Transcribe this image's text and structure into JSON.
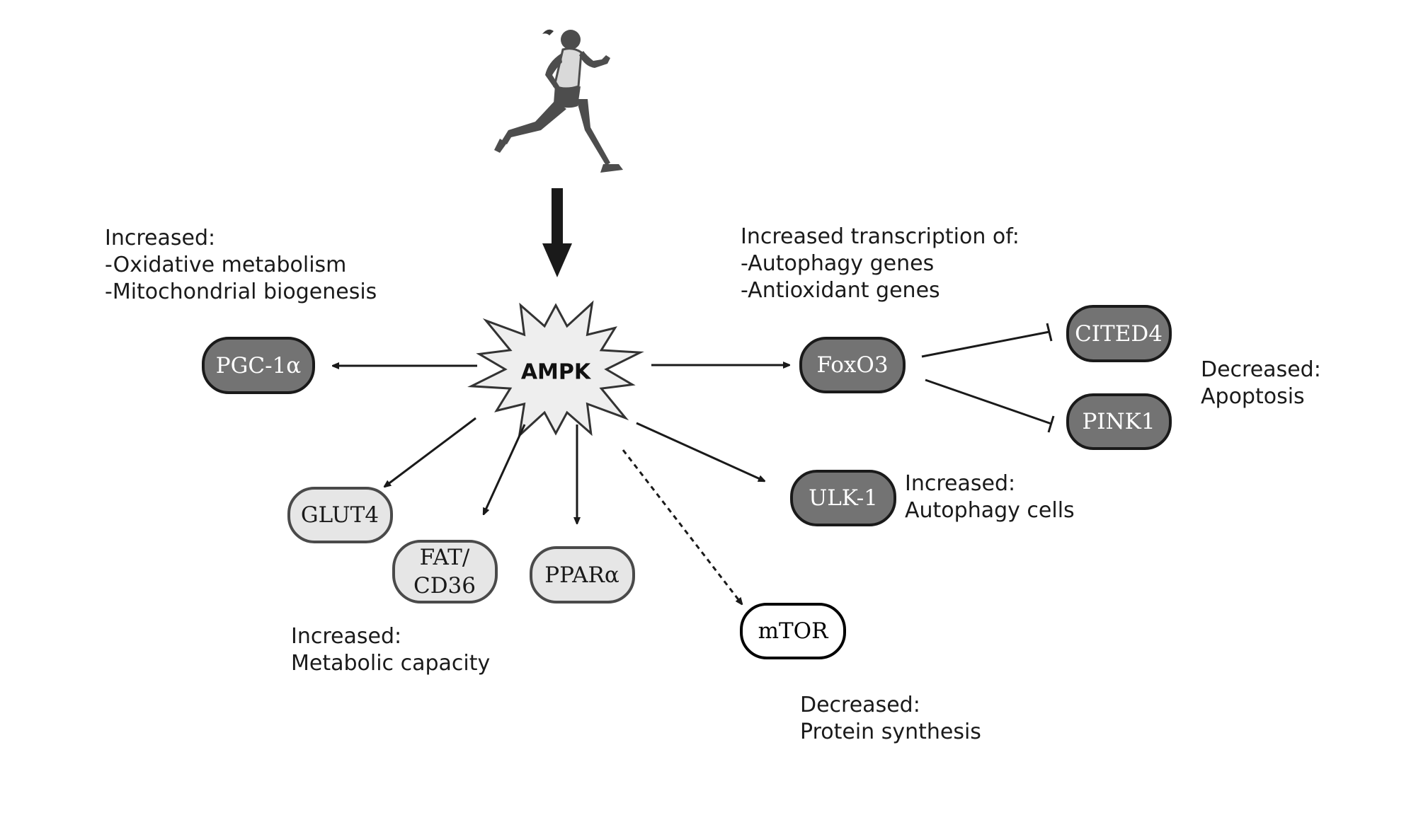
{
  "center": {
    "label": "AMPK"
  },
  "nodes": {
    "pgc1a": "PGC-1α",
    "foxo3": "FoxO3",
    "cited4": "CITED4",
    "pink1": "PINK1",
    "ulk1": "ULK-1",
    "glut4": "GLUT4",
    "fat_line1": "FAT/",
    "fat_line2": "CD36",
    "ppara": "PPARα",
    "mtor": "mTOR"
  },
  "notes": {
    "pgc": [
      "Increased:",
      "-Oxidative metabolism",
      "-Mitochondrial biogenesis"
    ],
    "foxo": [
      "Increased transcription of:",
      "-Autophagy genes",
      "-Antioxidant genes"
    ],
    "apoptosis": [
      "Decreased:",
      "Apoptosis"
    ],
    "autophagy": [
      "Increased:",
      "Autophagy cells"
    ],
    "metabolic": [
      "Increased:",
      "Metabolic capacity"
    ],
    "protein": [
      "Decreased:",
      "Protein synthesis"
    ]
  },
  "colors": {
    "dark_node": "#737373",
    "light_node": "#e6e6e6",
    "white_node": "#ffffff",
    "ampk_fill": "#eeeeee"
  },
  "icons": {
    "runner": "runner-icon"
  }
}
